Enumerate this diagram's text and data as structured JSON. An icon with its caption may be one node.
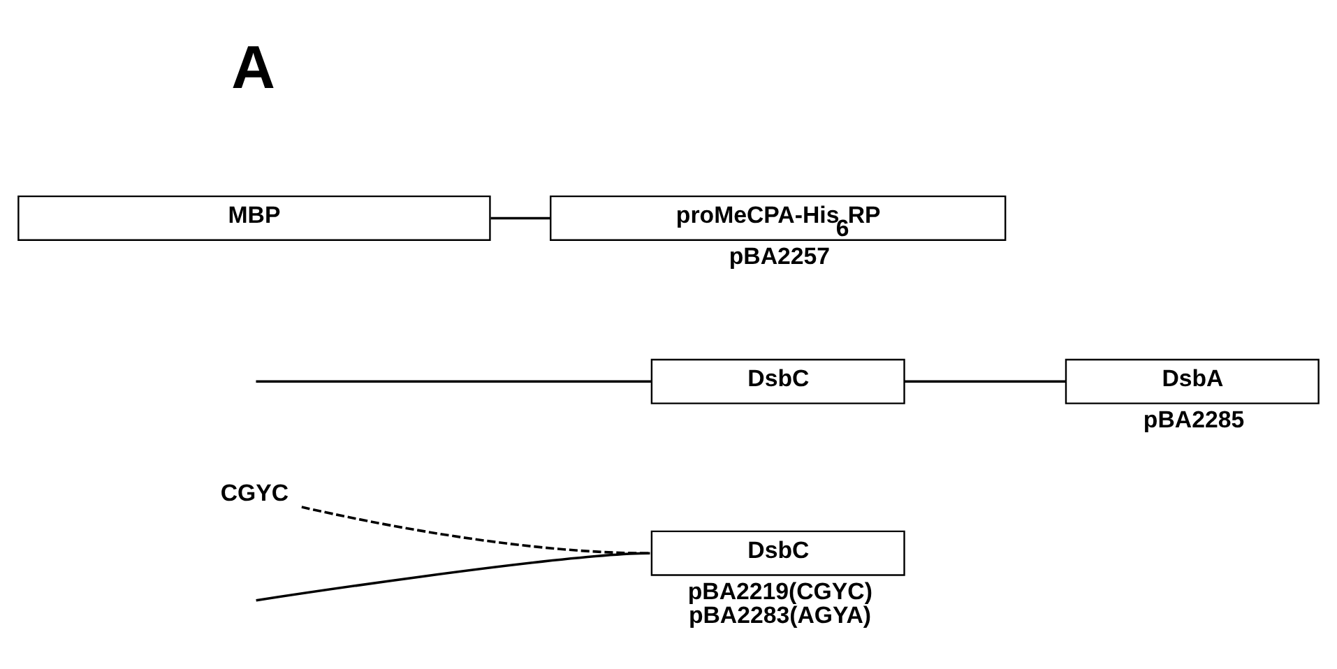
{
  "diagram": {
    "nodes": [
      {
        "text": [
          "CGYC"
        ]
      },
      {
        "text": [
          "DsbC"
        ],
        "beside": [
          "pBA2219(CGYC)",
          "pBA2283(AGYA)"
        ]
      },
      {
        "text": [
          "DsbC"
        ]
      },
      {
        "text": [
          "DsbA"
        ],
        "beside": [
          "pBA2285"
        ]
      },
      {
        "text": [
          "MBP"
        ]
      },
      {
        "text": [
          "proMeCPA-His$_{6}$RP"
        ],
        "beside": [
          "pBA2257"
        ]
      }
    ],
    "edges": [
      {
        "from": null,
        "to": 1,
        "arrow": "none"
      },
      {
        "from": 0,
        "to": 1,
        "arrow": "none",
        "style": "dashed"
      },
      {
        "from": null,
        "to": 2,
        "arrow": "none"
      },
      {
        "from": 2,
        "to": 3,
        "arrow": "none"
      },
      {
        "from": 4,
        "to": 5,
        "arrow": "none"
      }
    ],
    "labels": [
      "A"
    ]
  }
}
